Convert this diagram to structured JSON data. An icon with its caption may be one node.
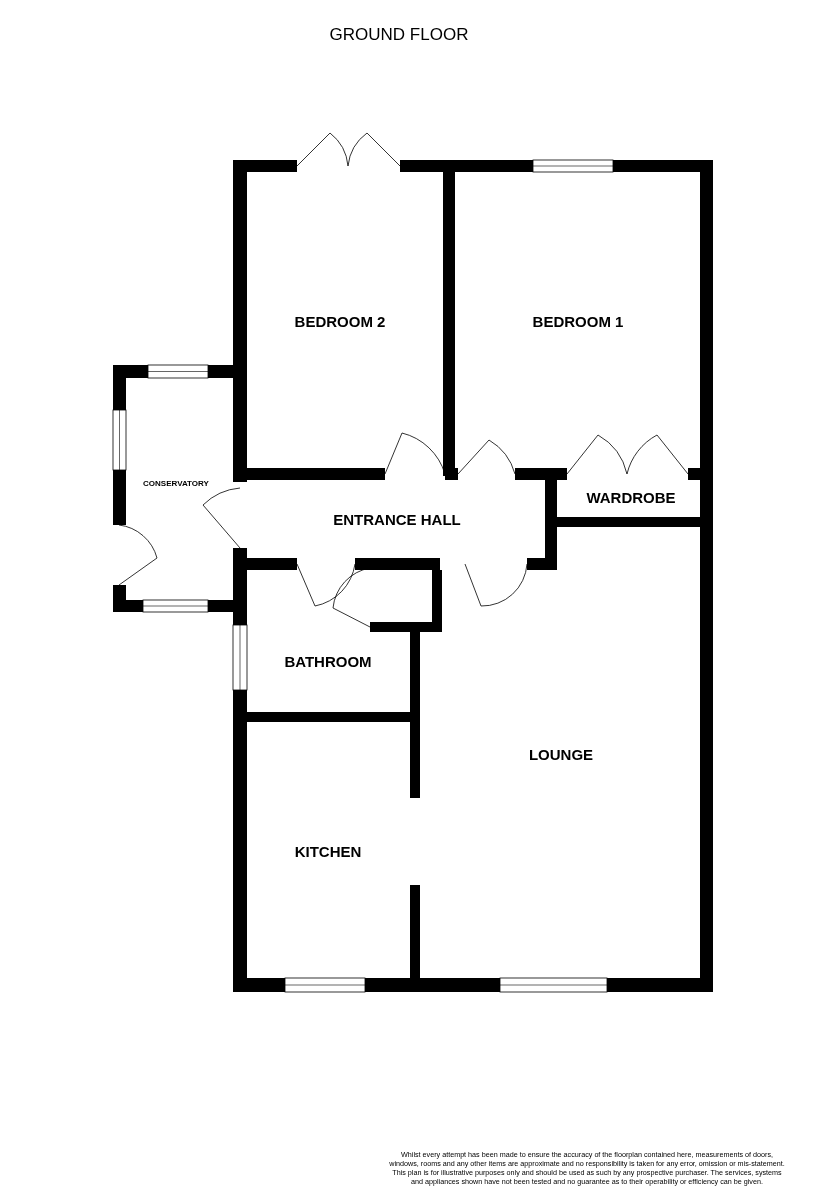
{
  "diagram": {
    "title": "GROUND FLOOR",
    "labels": [
      "BEDROOM 2",
      "BEDROOM 1",
      "CONSERVATORY",
      "ENTRANCE HALL",
      "WARDROBE",
      "BATHROOM",
      "LOUNGE",
      "KITCHEN",
      "Whilst every attempt has been made to ensure the accuracy of the floorplan contained here, measurements of doors, windows, rooms and any other items are approximate and no responsibility is taken for any error, omission or mis-statement. This plan is for illustrative purposes only and should be used as such by any prospective purchaser. The services, systems and appliances shown have not been tested and no guarantee as to their operability or efficiency can be given."
    ]
  }
}
